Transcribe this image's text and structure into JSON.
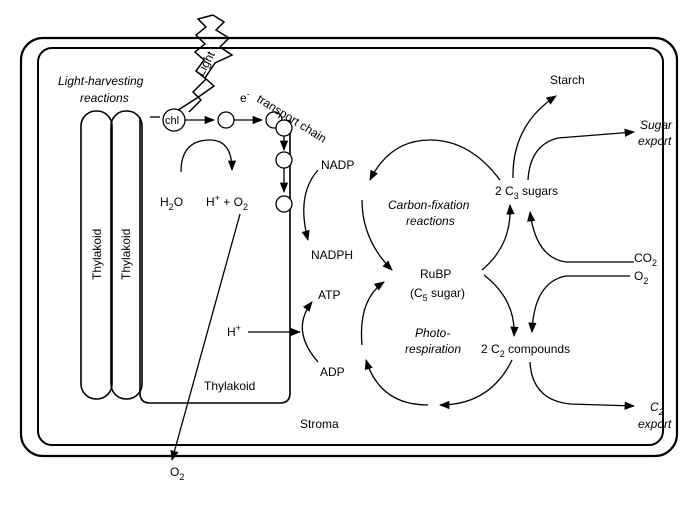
{
  "labels": {
    "light": "Light",
    "light_harvesting_1": "Light-harvesting",
    "light_harvesting_2": "reactions",
    "chl": "chl",
    "e_transport": "transport chain",
    "e_transport_prefix": "e",
    "e_transport_sup": "-",
    "water_main": "H",
    "water_sub": "2",
    "water_o": "O",
    "hplus_o2_h": "H",
    "hplus_o2_plus": "+",
    "hplus_o2_mid": " + O",
    "hplus_o2_sub": "2",
    "thylakoid_1": "Thylakoid",
    "thylakoid_2": "Thylakoid",
    "thylakoid_3": "Thylakoid",
    "nadp": "NADP",
    "nadph": "NADPH",
    "atp": "ATP",
    "adp": "ADP",
    "hplus_h": "H",
    "hplus_plus": "+",
    "stroma": "Stroma",
    "o2_bottom_o": "O",
    "o2_bottom_sub": "2",
    "carbon_fixation_1": "Carbon-fixation",
    "carbon_fixation_2": "reactions",
    "rubp": "RuBP",
    "c5_open": "(C",
    "c5_sub": "5",
    "c5_rest": " sugar)",
    "photo_1": "Photo-",
    "photo_2": "respiration",
    "starch": "Starch",
    "c3_pre": "2 C",
    "c3_sub": "3",
    "c3_post": " sugars",
    "c2_pre": "2 C",
    "c2_sub": "2",
    "c2_post": "  compounds",
    "sugar_export_1": "Sugar",
    "sugar_export_2": "export",
    "co2_main": "CO",
    "co2_sub": "2",
    "o2_right_main": "O",
    "o2_right_sub": "2",
    "c2_export_main": "C",
    "c2_export_sub": "2",
    "c2_export_2": "export"
  }
}
